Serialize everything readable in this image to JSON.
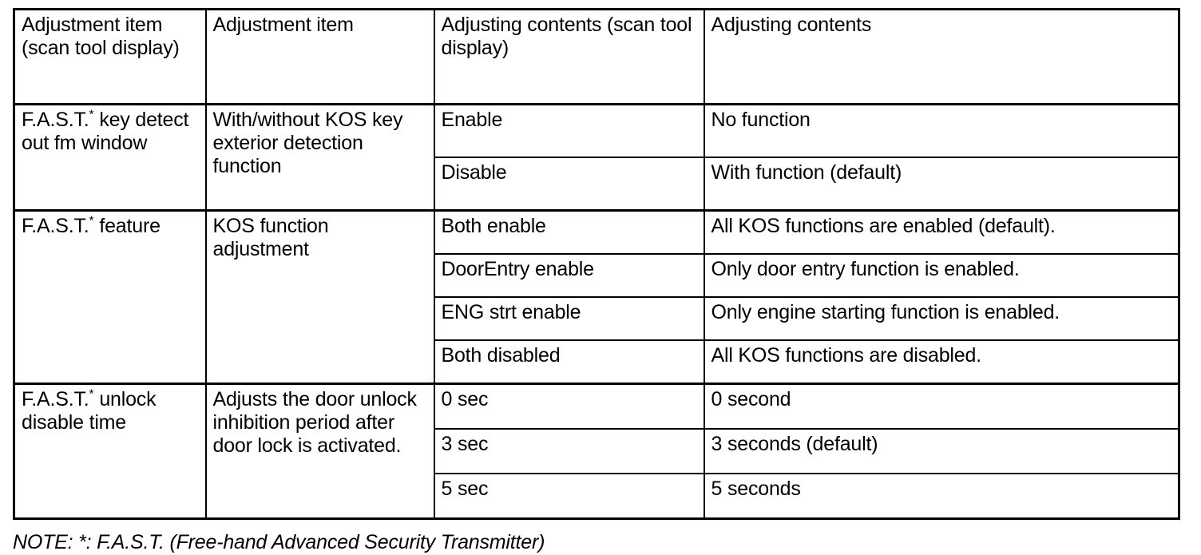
{
  "table": {
    "headers": [
      "Adjustment item (scan tool display)",
      "Adjustment item",
      "Adjusting contents (scan tool display)",
      "Adjusting contents"
    ],
    "sections": [
      {
        "item_prefix": "F.A.S.T.",
        "item_suffix": " key detect out fm window",
        "adjustment_item": "With/without KOS key exterior detection function",
        "rows": [
          {
            "setting": "Enable",
            "description": "No function"
          },
          {
            "setting": "Disable",
            "description": "With function (default)"
          }
        ]
      },
      {
        "item_prefix": "F.A.S.T.",
        "item_suffix": " feature",
        "adjustment_item": "KOS function adjustment",
        "rows": [
          {
            "setting": "Both enable",
            "description": "All KOS functions are enabled (default)."
          },
          {
            "setting": "DoorEntry enable",
            "description": "Only door entry function is enabled."
          },
          {
            "setting": "ENG strt enable",
            "description": "Only engine starting function is enabled."
          },
          {
            "setting": "Both disabled",
            "description": "All KOS functions are disabled."
          }
        ]
      },
      {
        "item_prefix": "F.A.S.T.",
        "item_suffix": " unlock disable time",
        "adjustment_item": "Adjusts the door unlock inhibition period after door lock is activated.",
        "rows": [
          {
            "setting": "0 sec",
            "description": "0 second"
          },
          {
            "setting": "3 sec",
            "description": "3 seconds (default)"
          },
          {
            "setting": "5 sec",
            "description": "5 seconds"
          }
        ]
      }
    ]
  },
  "note": {
    "text": "NOTE: *: F.A.S.T. (Free-hand Advanced Security Transmitter)"
  },
  "footnote_marker": "*"
}
